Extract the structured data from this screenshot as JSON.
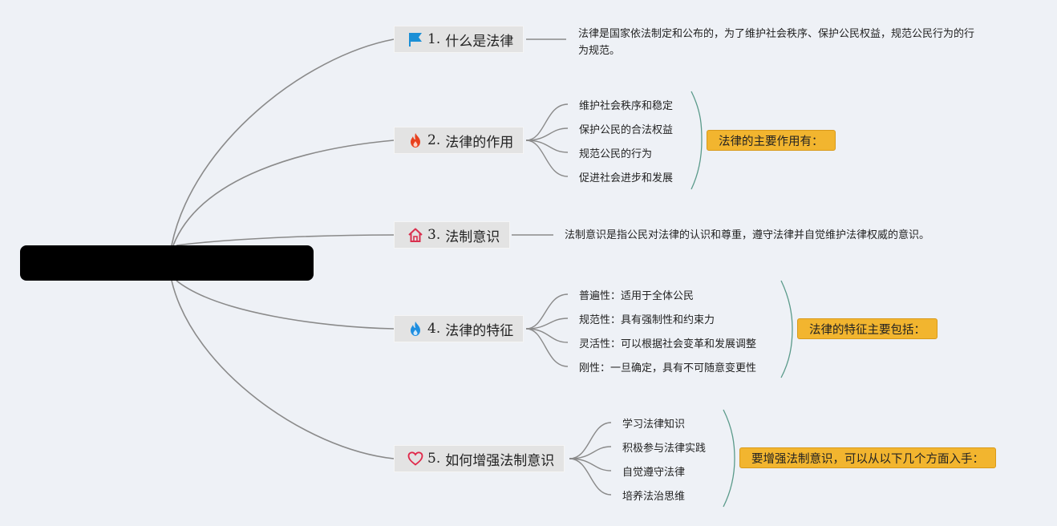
{
  "mindmap": {
    "root": {
      "label": ""
    },
    "branches": [
      {
        "num": "1.",
        "title": "什么是法律",
        "icon": "flag-icon",
        "description": "法律是国家依法制定和公布的，为了维护社会秩序、保护公民权益，规范公民行为的行为规范。"
      },
      {
        "num": "2.",
        "title": "法律的作用",
        "icon": "fire-icon",
        "items": [
          "维护社会秩序和稳定",
          "保护公民的合法权益",
          "规范公民的行为",
          "促进社会进步和发展"
        ],
        "summary": "法律的主要作用有："
      },
      {
        "num": "3.",
        "title": "法制意识",
        "icon": "home-icon",
        "description": "法制意识是指公民对法律的认识和尊重，遵守法律并自觉维护法律权威的意识。"
      },
      {
        "num": "4.",
        "title": "法律的特征",
        "icon": "water-drop-flame-icon",
        "items": [
          "普遍性：适用于全体公民",
          "规范性：具有强制性和约束力",
          "灵活性：可以根据社会变革和发展调整",
          "刚性：一旦确定，具有不可随意变更性"
        ],
        "summary": "法律的特征主要包括："
      },
      {
        "num": "5.",
        "title": "如何增强法制意识",
        "icon": "heart-icon",
        "items": [
          "学习法律知识",
          "积极参与法律实践",
          "自觉遵守法律",
          "培养法治思维"
        ],
        "summary": "要增强法制意识，可以从以下几个方面入手："
      }
    ],
    "colors": {
      "line": "#8a8a8a",
      "brace": "#5a9a8a",
      "summary_bg": "#f2b52f",
      "topic_bg": "#e3e3e3",
      "flag": "#1b8fd6",
      "fire": "#e8411e",
      "home": "#d9304f",
      "drop": "#1e8ee0",
      "heart": "#e0284a"
    }
  }
}
